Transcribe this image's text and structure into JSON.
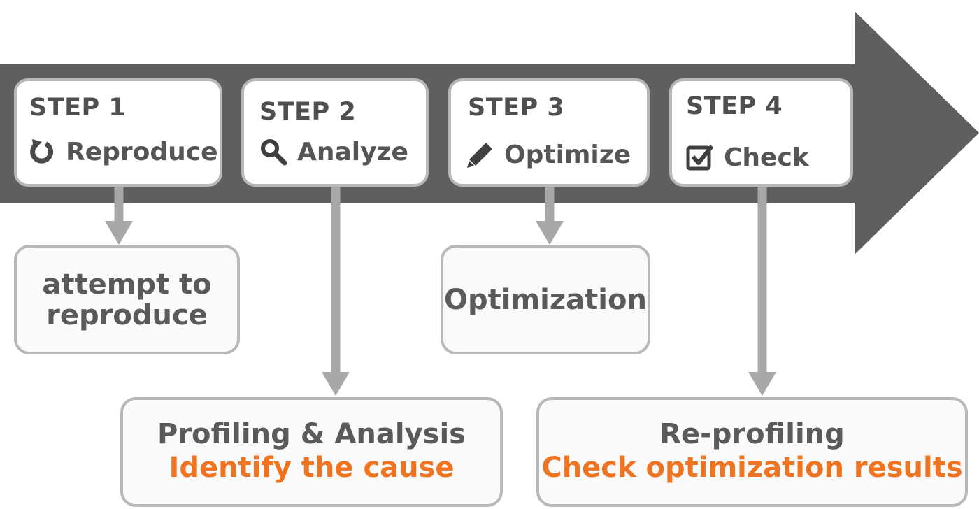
{
  "colors": {
    "arrow": "#5f5f5f",
    "connector": "#a8a8a8",
    "card_border": "#b8b8b8",
    "text": "#555555",
    "accent": "#ee7422"
  },
  "steps": [
    {
      "label": "STEP 1",
      "name": "Reproduce",
      "icon": "refresh-icon"
    },
    {
      "label": "STEP 2",
      "name": "Analyze",
      "icon": "magnifier-icon"
    },
    {
      "label": "STEP 3",
      "name": "Optimize",
      "icon": "pencil-icon"
    },
    {
      "label": "STEP 4",
      "name": "Check",
      "icon": "checkbox-icon"
    }
  ],
  "outcomes": {
    "reproduce": {
      "lines": [
        "attempt to",
        "reproduce"
      ]
    },
    "analyze": {
      "title": "Profiling & Analysis",
      "subtitle": "Identify the cause"
    },
    "optimize": {
      "title": "Optimization"
    },
    "check": {
      "title": "Re-profiling",
      "subtitle": "Check optimization results"
    }
  }
}
